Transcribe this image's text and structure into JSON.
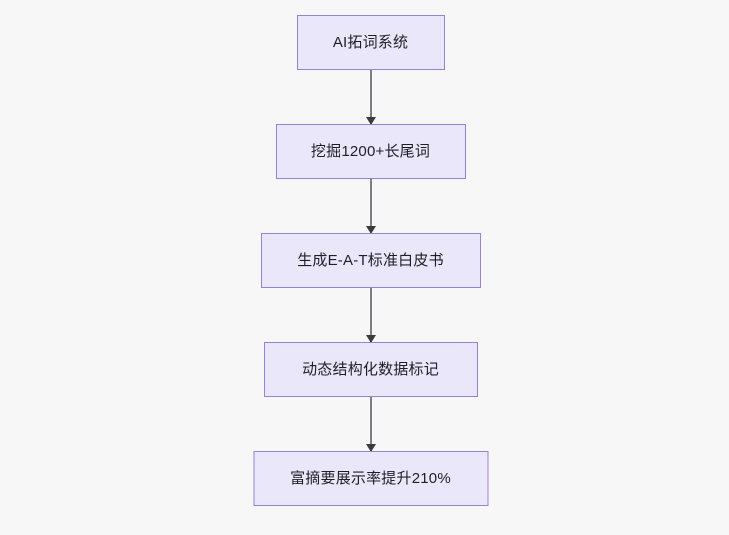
{
  "diagram": {
    "type": "flowchart",
    "orientation": "top-to-bottom",
    "background_color": "#f7f7f8",
    "node_fill_color": "#eae7fb",
    "node_border_color": "#9a7fd4",
    "node_text_color": "#1f1f23",
    "connector_color": "#7e7e82",
    "arrowhead_color": "#3b3b3f",
    "nodes": [
      {
        "id": "n0",
        "label": "AI拓词系统"
      },
      {
        "id": "n1",
        "label": "挖掘1200+长尾词"
      },
      {
        "id": "n2",
        "label": "生成E-A-T标准白皮书"
      },
      {
        "id": "n3",
        "label": "动态结构化数据标记"
      },
      {
        "id": "n4",
        "label": "富摘要展示率提升210%"
      }
    ],
    "edges": [
      {
        "id": "e0",
        "from": "n0",
        "to": "n1",
        "label": ""
      },
      {
        "id": "e1",
        "from": "n1",
        "to": "n2",
        "label": ""
      },
      {
        "id": "e2",
        "from": "n2",
        "to": "n3",
        "label": ""
      },
      {
        "id": "e3",
        "from": "n3",
        "to": "n4",
        "label": ""
      }
    ]
  }
}
